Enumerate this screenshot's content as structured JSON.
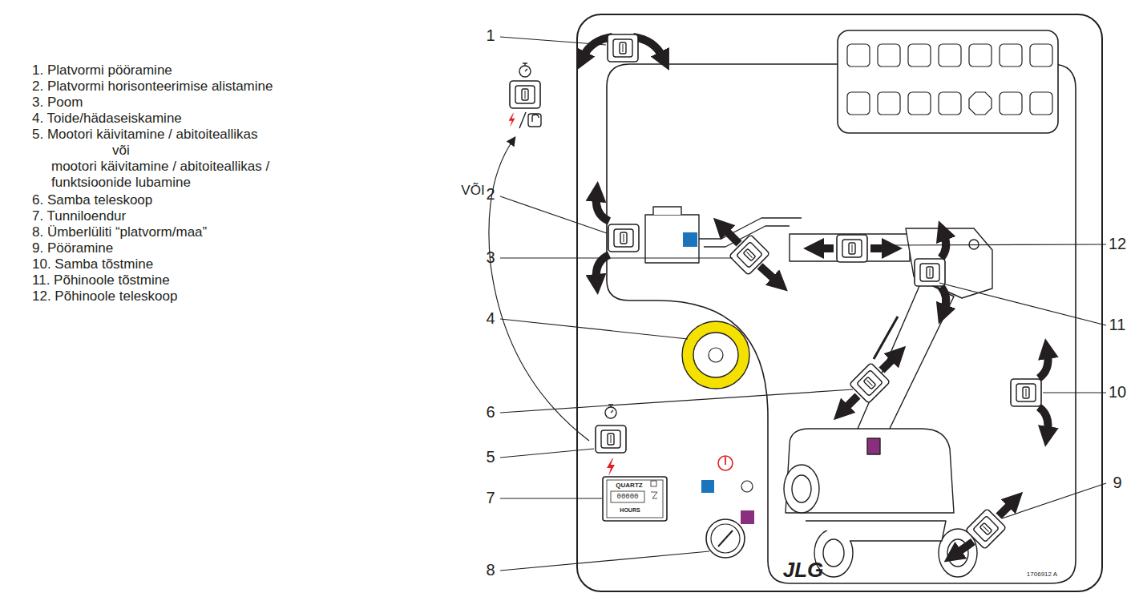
{
  "diagram": {
    "labels": [
      "1. Platvormi pööramine",
      "2. Platvormi horisonteerimise alistamine",
      "3. Poom",
      "4. Toide/hädaseiskamine",
      "5. Mootori käivitamine / abitoiteallikas",
      "või",
      "mootori käivitamine / abitoiteallikas / funktsioonide lubamine",
      "6. Samba teleskoop",
      "7. Tunniloendur",
      "8. Ümberlüliti “platvorm/maa”",
      "9. Pööramine",
      "10. Samba tõstmine",
      "11. Põhinoole tõstmine",
      "12. Põhinoole teleskoop",
      "VÕI",
      "1",
      "2",
      "3",
      "4",
      "5",
      "6",
      "7",
      "8",
      "9",
      "10",
      "11",
      "12",
      "QUARTZ",
      "00000",
      "HOURS",
      "JLG",
      "1706912 A"
    ]
  }
}
